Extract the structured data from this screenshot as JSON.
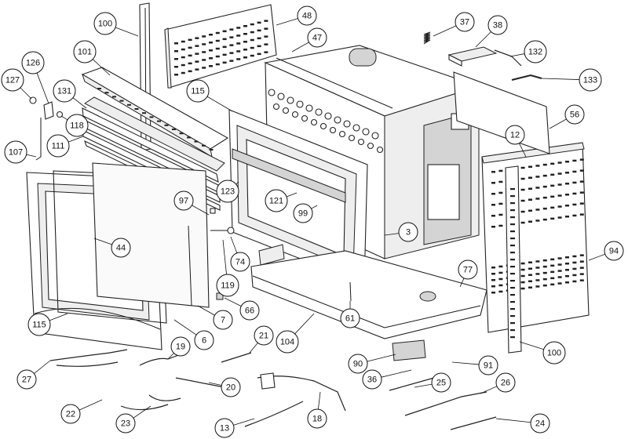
{
  "diagram": {
    "callouts": [
      {
        "id": "c100a",
        "label": "100"
      },
      {
        "id": "c48",
        "label": "48"
      },
      {
        "id": "c37",
        "label": "37"
      },
      {
        "id": "c38",
        "label": "38"
      },
      {
        "id": "c47",
        "label": "47"
      },
      {
        "id": "c132",
        "label": "132"
      },
      {
        "id": "c101",
        "label": "101"
      },
      {
        "id": "c127",
        "label": "127"
      },
      {
        "id": "c126",
        "label": "126"
      },
      {
        "id": "c133",
        "label": "133"
      },
      {
        "id": "c131",
        "label": "131"
      },
      {
        "id": "c115a",
        "label": "115"
      },
      {
        "id": "c118",
        "label": "118"
      },
      {
        "id": "c56",
        "label": "56"
      },
      {
        "id": "c12",
        "label": "12"
      },
      {
        "id": "c107",
        "label": "107"
      },
      {
        "id": "c111",
        "label": "111"
      },
      {
        "id": "c123",
        "label": "123"
      },
      {
        "id": "c97",
        "label": "97"
      },
      {
        "id": "c121",
        "label": "121"
      },
      {
        "id": "c99",
        "label": "99"
      },
      {
        "id": "c44",
        "label": "44"
      },
      {
        "id": "c3",
        "label": "3"
      },
      {
        "id": "c94",
        "label": "94"
      },
      {
        "id": "c74",
        "label": "74"
      },
      {
        "id": "c77",
        "label": "77"
      },
      {
        "id": "c119",
        "label": "119"
      },
      {
        "id": "c66",
        "label": "66"
      },
      {
        "id": "c61",
        "label": "61"
      },
      {
        "id": "c7",
        "label": "7"
      },
      {
        "id": "c115b",
        "label": "115"
      },
      {
        "id": "c6",
        "label": "6"
      },
      {
        "id": "c104",
        "label": "104"
      },
      {
        "id": "c100b",
        "label": "100"
      },
      {
        "id": "c21",
        "label": "21"
      },
      {
        "id": "c19",
        "label": "19"
      },
      {
        "id": "c90",
        "label": "90"
      },
      {
        "id": "c91",
        "label": "91"
      },
      {
        "id": "c27",
        "label": "27"
      },
      {
        "id": "c36",
        "label": "36"
      },
      {
        "id": "c25",
        "label": "25"
      },
      {
        "id": "c26",
        "label": "26"
      },
      {
        "id": "c20",
        "label": "20"
      },
      {
        "id": "c22",
        "label": "22"
      },
      {
        "id": "c18",
        "label": "18"
      },
      {
        "id": "c23",
        "label": "23"
      },
      {
        "id": "c13",
        "label": "13"
      },
      {
        "id": "c24",
        "label": "24"
      }
    ]
  }
}
